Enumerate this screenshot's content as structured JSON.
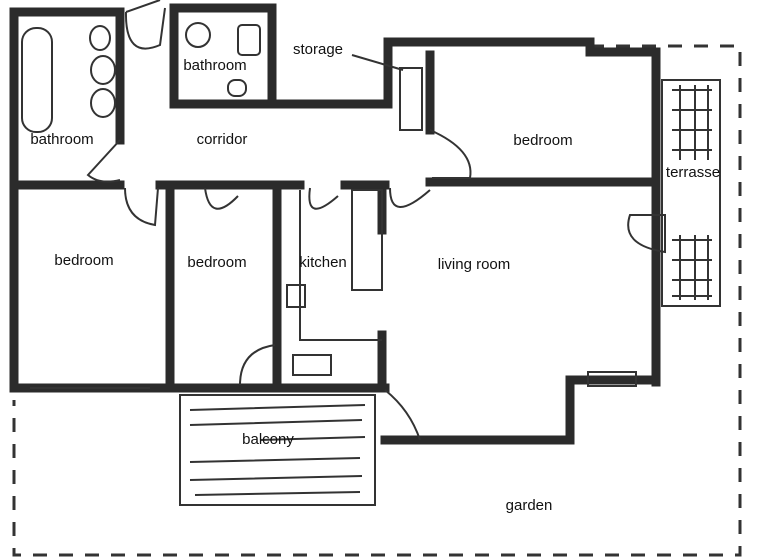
{
  "plan": {
    "rooms": {
      "storage": "storage",
      "bathroom_top": "bathroom",
      "bathroom_left": "bathroom",
      "corridor": "corridor",
      "bedroom_right": "bedroom",
      "terrasse": "terrasse",
      "bedroom_left": "bedroom",
      "bedroom_middle": "bedroom",
      "kitchen": "kitchen",
      "living_room": "living room",
      "balcony": "balcony",
      "garden": "garden"
    },
    "colors": {
      "wall": "#2b2b2b",
      "background": "#ffffff"
    }
  }
}
